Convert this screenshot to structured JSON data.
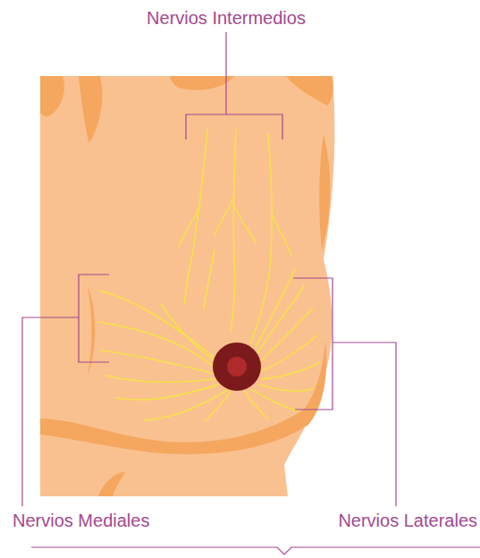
{
  "diagram": {
    "labels": [
      "Nervios Intermedios",
      "Nervios Mediales",
      "Nervios Laterales"
    ]
  }
}
